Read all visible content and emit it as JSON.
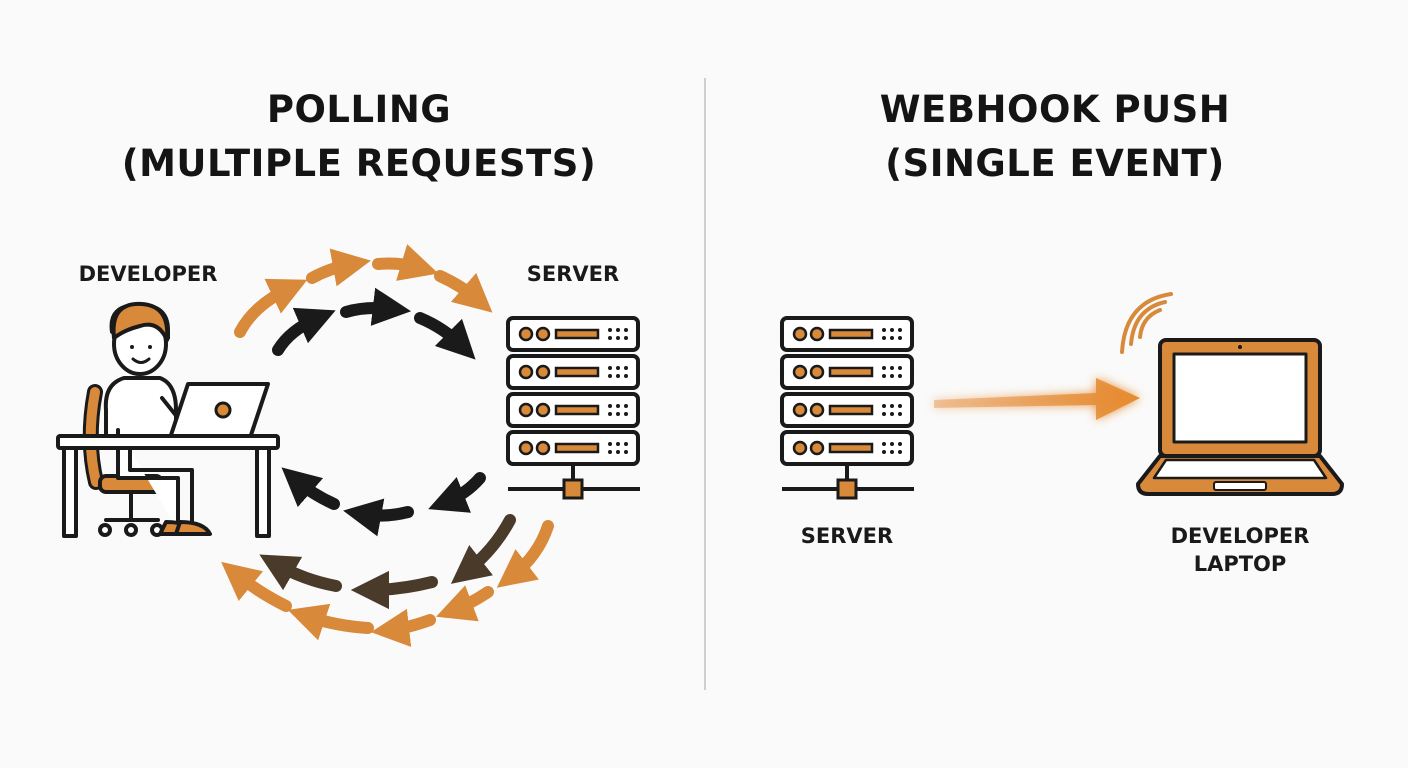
{
  "left_panel": {
    "title_line1": "POLLING",
    "title_line2": "(MULTIPLE REQUESTS)",
    "developer_label": "DEVELOPER",
    "server_label": "SERVER"
  },
  "right_panel": {
    "title_line1": "WEBHOOK PUSH",
    "title_line2": "(SINGLE EVENT)",
    "server_label": "SERVER",
    "laptop_label_line1": "DEVELOPER",
    "laptop_label_line2": "LAPTOP"
  },
  "colors": {
    "accent": "#d8893a",
    "dark": "#1a1a1a",
    "brown": "#4a3a2a",
    "divider": "#cfcfcf"
  },
  "icons": [
    "person-icon",
    "laptop-icon",
    "desk-icon",
    "chair-icon",
    "server-rack-icon",
    "wifi-signal-icon",
    "arrow-icon"
  ]
}
